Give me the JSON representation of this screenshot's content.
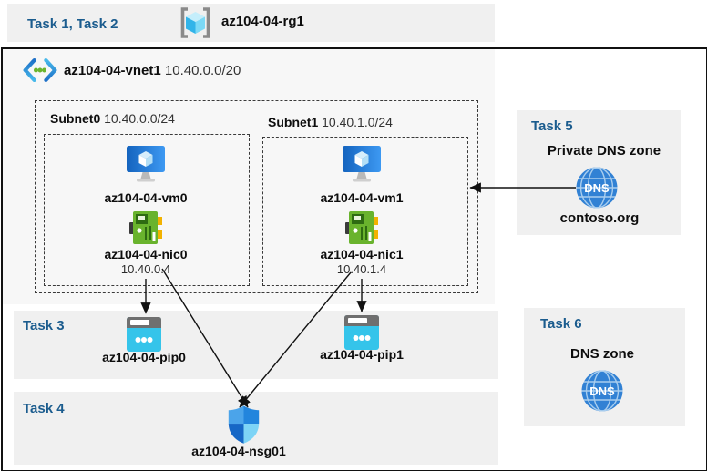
{
  "header": {
    "tasks": "Task 1, Task 2",
    "rg": "az104-04-rg1"
  },
  "vnet": {
    "name": "az104-04-vnet1",
    "cidr": "10.40.0.0/20"
  },
  "subnets": [
    {
      "name": "Subnet0",
      "cidr": "10.40.0.0/24",
      "vm": "az104-04-vm0",
      "nic": "az104-04-nic0",
      "ip": "10.40.0.4"
    },
    {
      "name": "Subnet1",
      "cidr": "10.40.1.0/24",
      "vm": "az104-04-vm1",
      "nic": "az104-04-nic1",
      "ip": "10.40.1.4"
    }
  ],
  "task3": {
    "label": "Task 3",
    "pip0": "az104-04-pip0",
    "pip1": "az104-04-pip1"
  },
  "task4": {
    "label": "Task 4",
    "nsg": "az104-04-nsg01"
  },
  "task5": {
    "label": "Task 5",
    "title": "Private DNS zone",
    "zone": "contoso.org",
    "icon_text": "DNS"
  },
  "task6": {
    "label": "Task 6",
    "title": "DNS zone",
    "icon_text": "DNS"
  },
  "colors": {
    "task_label": "#1b5c8e",
    "panel_bg": "#f0f0f0",
    "vnet_bg": "#f7f7f7",
    "outline": "#111111"
  }
}
